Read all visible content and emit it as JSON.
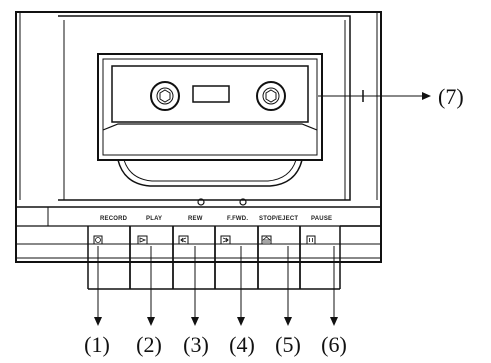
{
  "diagram": {
    "buttons": [
      {
        "label": "RECORD",
        "number": "(1)",
        "icon": "record-icon"
      },
      {
        "label": "PLAY",
        "number": "(2)",
        "icon": "play-icon"
      },
      {
        "label": "REW",
        "number": "(3)",
        "icon": "rewind-icon"
      },
      {
        "label": "F.FWD.",
        "number": "(4)",
        "icon": "fast-forward-icon"
      },
      {
        "label": "STOP/EJECT",
        "number": "(5)",
        "icon": "stop-eject-icon"
      },
      {
        "label": "PAUSE",
        "number": "(6)",
        "icon": "pause-icon"
      }
    ],
    "cassette_door_callout": "(7)"
  }
}
